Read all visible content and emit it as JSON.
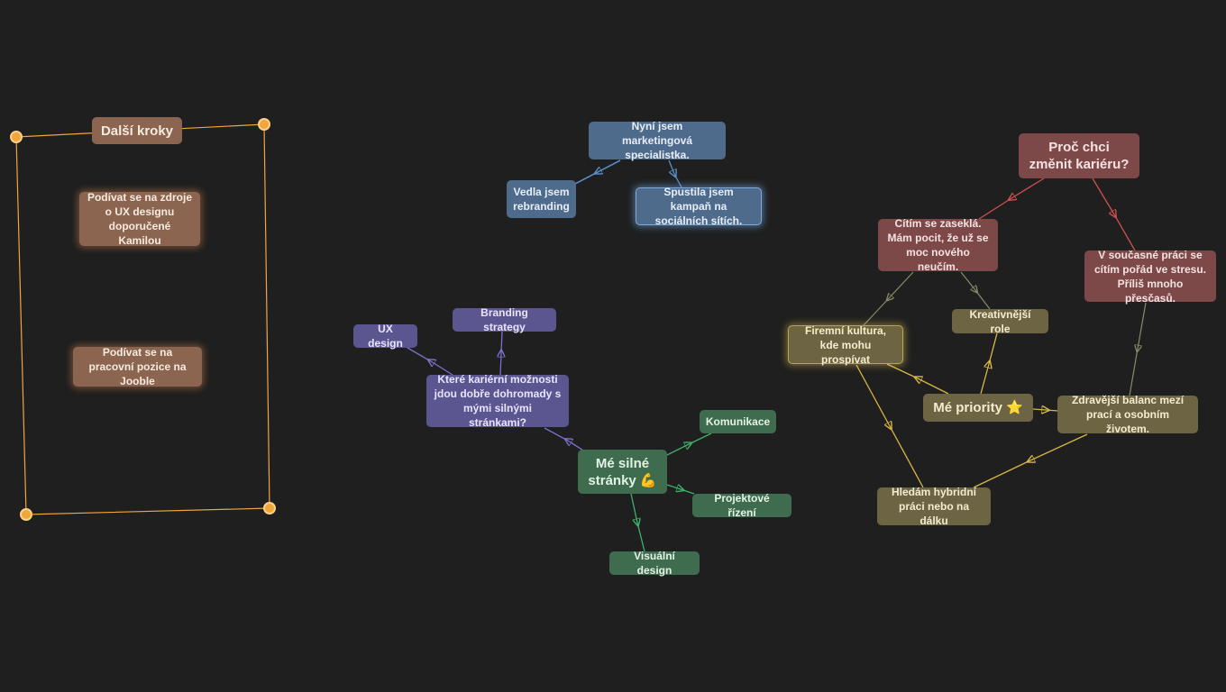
{
  "groups": {
    "next_steps": {
      "title": "Další kroky",
      "items": [
        "Podívat se na zdroje o UX designu doporučené Kamilou",
        "Podívat se na pracovní pozice na Jooble"
      ]
    },
    "experience": {
      "root": "Nyní jsem marketingová specialistka.",
      "children": [
        "Vedla jsem rebranding",
        "Spustila jsem kampaň na sociálních sítích."
      ]
    },
    "career_options": {
      "root": "Které kariérní možnosti jdou dobře dohromady s mými silnými stránkami?",
      "children": [
        "UX design",
        "Branding strategy"
      ]
    },
    "strengths": {
      "root": "Mé silné stránky 💪",
      "children": [
        "Komunikace",
        "Projektové řízení",
        "Visuální design"
      ]
    },
    "why_change": {
      "root": "Proč chci změnit kariéru?",
      "children": [
        "Cítím se zaseklá. Mám pocit, že už se moc nového neučím.",
        "V současné práci se cítím pořád ve stresu. Příliš mnoho přesčasů."
      ]
    },
    "priorities": {
      "root": "Mé priority ⭐",
      "children": [
        "Firemní kultura, kde mohu prospívat",
        "Kreativnější role",
        "Zdravější balanc mezí prací a osobním životem.",
        "Hledám hybridní práci nebo na dálku"
      ]
    }
  },
  "colors": {
    "blue": "#4f6b8c",
    "purple": "#5c5690",
    "green": "#3f6b4f",
    "yellow": "#6c6443",
    "red": "#7d4848",
    "brown": "#8b6550",
    "frame": "#f0a63d"
  }
}
